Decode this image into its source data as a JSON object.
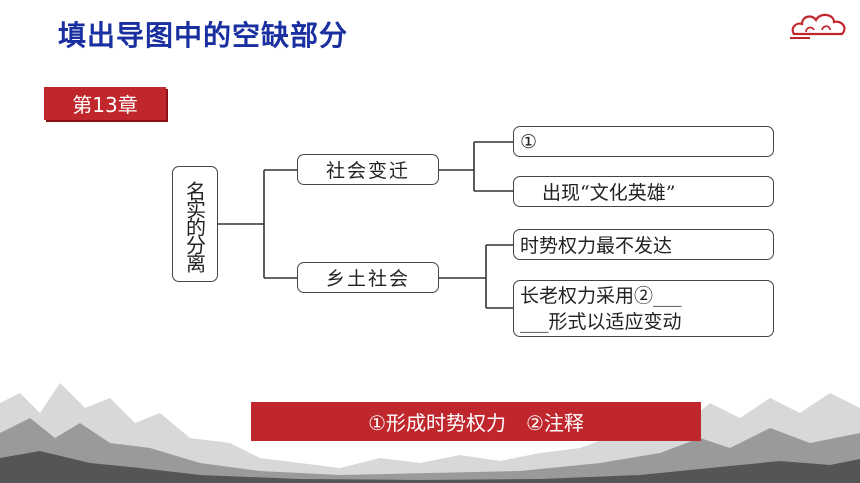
{
  "title": "填出导图中的空缺部分",
  "chapter": "第13章",
  "map": {
    "root": "名实的分离",
    "branches": [
      {
        "label": "社会变迁",
        "leaves": [
          "①",
          "出现“文化英雄”"
        ]
      },
      {
        "label": "乡土社会",
        "leaves": [
          "时势权力最不发达",
          "长老权力采用②___",
          "___形式以适应变动"
        ]
      }
    ]
  },
  "answers": [
    "①形成时势权力",
    "②注释"
  ],
  "colors": {
    "title": "#1a2fa0",
    "accent": "#c0272d"
  },
  "icons": [
    "cloud-icon",
    "mountain-landscape"
  ]
}
